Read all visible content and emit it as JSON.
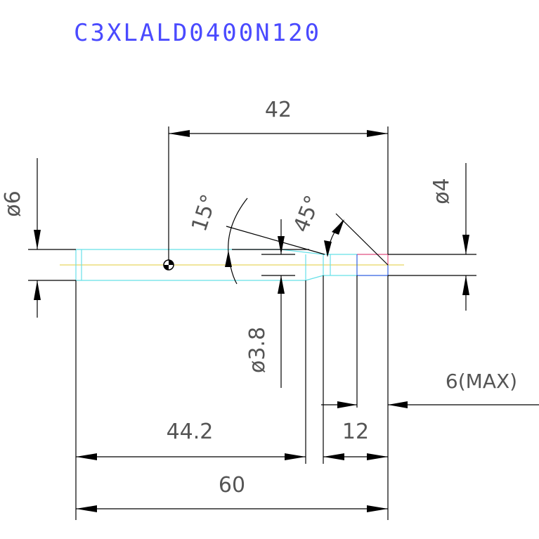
{
  "title": "C3XLALD0400N120",
  "dimensions": {
    "overall_length": "60",
    "shank_length": "44.2",
    "gauge_length": "42",
    "tip_length": "12",
    "max_depth": "6(MAX)",
    "shank_diameter": "ø6",
    "tip_diameter": "ø4",
    "neck_diameter": "ø3.8",
    "taper_angle": "15°",
    "chamfer_angle": "45°"
  },
  "colors": {
    "title": "#4a4aff",
    "outline": "#66e0e8",
    "centerline": "#e8d860",
    "dimension": "#000000",
    "text": "#555555",
    "tip_top": "#e05080",
    "tip_bottom": "#3060e0"
  }
}
